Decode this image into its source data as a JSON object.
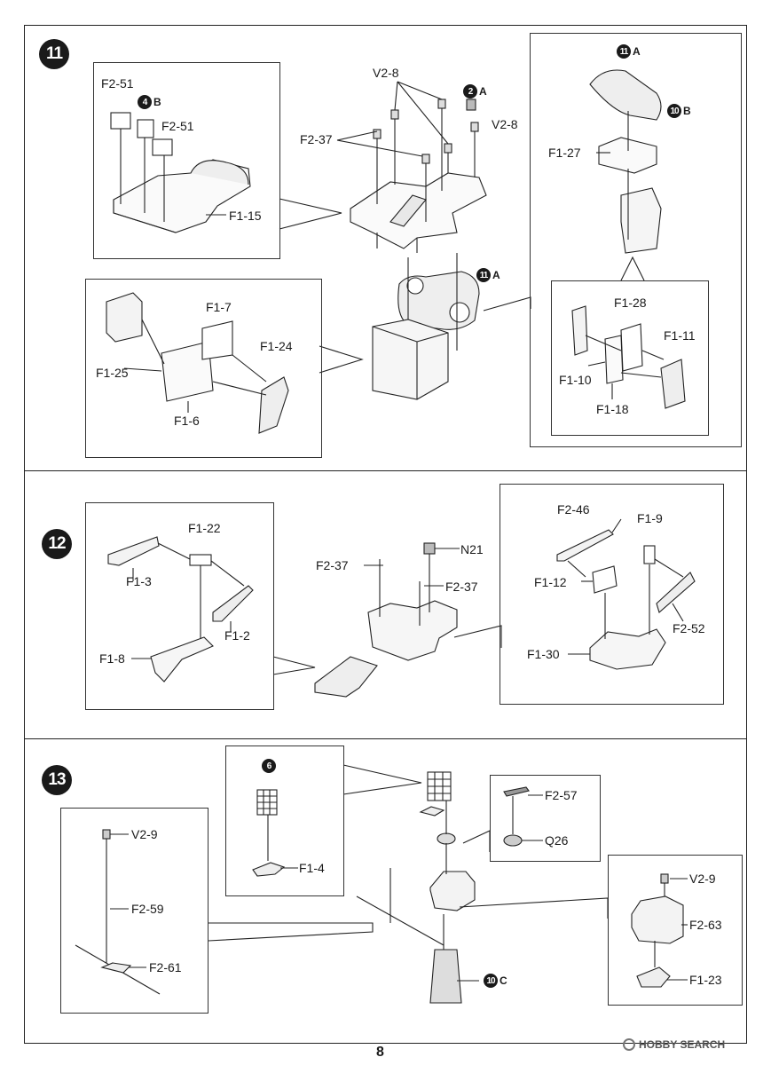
{
  "page_number": "8",
  "watermark": "HOBBY SEARCH",
  "steps": [
    {
      "number": "11",
      "labels": {
        "f2_51_a": "F2-51",
        "ref_4b_num": "4",
        "ref_4b_letter": "B",
        "f2_51_b": "F2-51",
        "f1_15": "F1-15",
        "v2_8_a": "V2-8",
        "ref_2a_num": "2",
        "ref_2a_letter": "A",
        "v2_8_b": "V2-8",
        "f2_37": "F2-37",
        "ref_11a_num": "11",
        "ref_11a_letter": "A",
        "f1_7": "F1-7",
        "f1_24": "F1-24",
        "f1_25": "F1-25",
        "f1_6": "F1-6",
        "ref_11a2_num": "11",
        "ref_11a2_letter": "A",
        "ref_10b_num": "10",
        "ref_10b_letter": "B",
        "f1_27": "F1-27",
        "f1_28": "F1-28",
        "f1_11": "F1-11",
        "f1_10": "F1-10",
        "f1_18": "F1-18"
      }
    },
    {
      "number": "12",
      "labels": {
        "f1_22": "F1-22",
        "f1_3": "F1-3",
        "f1_2": "F1-2",
        "f1_8": "F1-8",
        "f2_37_a": "F2-37",
        "n21": "N21",
        "f2_37_b": "F2-37",
        "f2_46": "F2-46",
        "f1_9": "F1-9",
        "f1_12": "F1-12",
        "f2_52": "F2-52",
        "f1_30": "F1-30"
      }
    },
    {
      "number": "13",
      "labels": {
        "ref_6_num": "6",
        "f1_4": "F1-4",
        "f2_57": "F2-57",
        "q26": "Q26",
        "v2_9_a": "V2-9",
        "f2_59": "F2-59",
        "f2_61": "F2-61",
        "ref_10c_num": "10",
        "ref_10c_letter": "C",
        "v2_9_b": "V2-9",
        "f2_63": "F2-63",
        "f1_23": "F1-23"
      }
    }
  ]
}
